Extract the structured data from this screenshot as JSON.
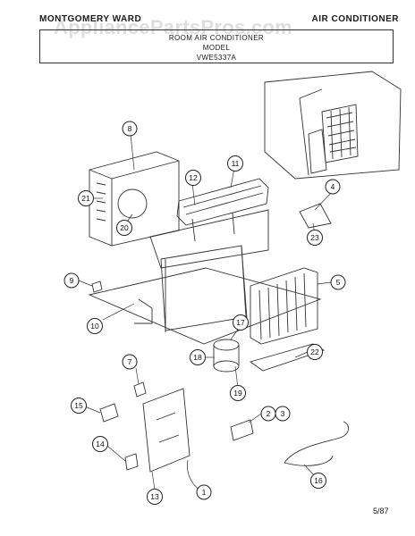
{
  "header": {
    "brand": "MONTGOMERY WARD",
    "category": "AIR CONDITIONER",
    "watermark": "AppliancePartsPros.com"
  },
  "title_box": {
    "line1": "ROOM AIR CONDITIONER",
    "line2": "MODEL",
    "line3": "VWE5337A"
  },
  "callouts": [
    "1",
    "2",
    "3",
    "4",
    "5",
    "7",
    "8",
    "9",
    "10",
    "11",
    "12",
    "13",
    "14",
    "15",
    "16",
    "17",
    "18",
    "19",
    "20",
    "21",
    "22",
    "23"
  ],
  "footer": {
    "page": "5/87"
  }
}
